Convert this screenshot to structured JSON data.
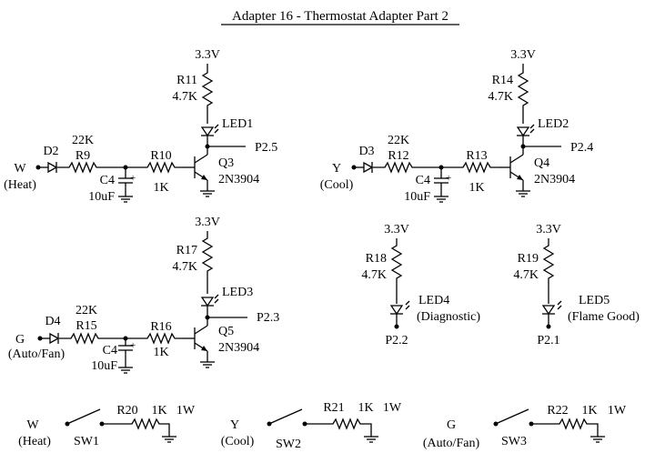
{
  "title": "Adapter 16 - Thermostat Adapter Part 2",
  "supply": "3.3V",
  "circuits": [
    {
      "input": "W",
      "input_sub": "(Heat)",
      "diode": "D2",
      "r_in": "R9",
      "r_in_val": "22K",
      "cap": "C4",
      "cap_val": "10uF",
      "r_base": "R10",
      "r_base_val": "1K",
      "transistor": "Q3",
      "transistor_type": "2N3904",
      "r_pull": "R11",
      "r_pull_val": "4.7K",
      "led": "LED1",
      "output": "P2.5"
    },
    {
      "input": "Y",
      "input_sub": "(Cool)",
      "diode": "D3",
      "r_in": "R12",
      "r_in_val": "22K",
      "cap": "C4",
      "cap_val": "10uF",
      "r_base": "R13",
      "r_base_val": "1K",
      "transistor": "Q4",
      "transistor_type": "2N3904",
      "r_pull": "R14",
      "r_pull_val": "4.7K",
      "led": "LED2",
      "output": "P2.4"
    },
    {
      "input": "G",
      "input_sub": "(Auto/Fan)",
      "diode": "D4",
      "r_in": "R15",
      "r_in_val": "22K",
      "cap": "C4",
      "cap_val": "10uF",
      "r_base": "R16",
      "r_base_val": "1K",
      "transistor": "Q5",
      "transistor_type": "2N3904",
      "r_pull": "R17",
      "r_pull_val": "4.7K",
      "led": "LED3",
      "output": "P2.3"
    }
  ],
  "indicators": [
    {
      "resistor": "R18",
      "value": "4.7K",
      "led": "LED4",
      "label": "(Diagnostic)",
      "output": "P2.2"
    },
    {
      "resistor": "R19",
      "value": "4.7K",
      "led": "LED5",
      "label": "(Flame Good)",
      "output": "P2.1"
    }
  ],
  "switches": [
    {
      "input": "W",
      "input_sub": "(Heat)",
      "resistor": "R20",
      "r_val": "1K",
      "power": "1W",
      "switch": "SW1"
    },
    {
      "input": "Y",
      "input_sub": "(Cool)",
      "resistor": "R21",
      "r_val": "1K",
      "power": "1W",
      "switch": "SW2"
    },
    {
      "input": "G",
      "input_sub": "(Auto/Fan)",
      "resistor": "R22",
      "r_val": "1K",
      "power": "1W",
      "switch": "SW3"
    }
  ]
}
